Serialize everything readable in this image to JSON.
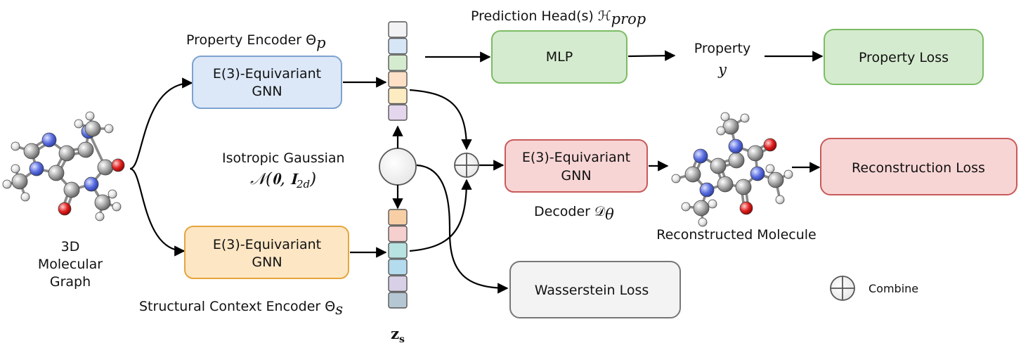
{
  "input": {
    "line1": "3D",
    "line2": "Molecular",
    "line3": "Graph"
  },
  "property_encoder": {
    "title": "Property Encoder Θ",
    "title_sub": "p",
    "box_line1": "E(3)-Equivariant",
    "box_line2": "GNN",
    "color": "#dce8f8",
    "border": "#7da2cf"
  },
  "structural_encoder": {
    "title": "Structural Context Encoder Θ",
    "title_sub": "s",
    "box_line1": "E(3)-Equivariant",
    "box_line2": "GNN",
    "color": "#fde6c4",
    "border": "#e6a53c"
  },
  "gaussian": {
    "line1": "Isotropic Gaussian",
    "line2": "𝒩(𝟎, 𝐈",
    "line2_sub": "2d",
    "line2_end": ")"
  },
  "latent": {
    "label": "z",
    "label_sub": "s",
    "top_colors": [
      "#f2f2f4",
      "#d6e6f7",
      "#d5ebcf",
      "#fde0c7",
      "#fdebc2",
      "#e4d6ec"
    ],
    "bottom_colors": [
      "#f8cfa5",
      "#f6cfcf",
      "#b8e3e0",
      "#b4dbee",
      "#d7d0e6",
      "#b5c7d3"
    ]
  },
  "prediction_head": {
    "title": "Prediction Head(s) ℋ",
    "title_sub": "prop",
    "box": "MLP",
    "color": "#d5ebcf",
    "border": "#7cbc64"
  },
  "property_output": {
    "line1": "Property",
    "line2": "y"
  },
  "property_loss": {
    "box": "Property Loss",
    "color": "#d5ebcf",
    "border": "#7cbc64"
  },
  "decoder": {
    "box_line1": "E(3)-Equivariant",
    "box_line2": "GNN",
    "title": "Decoder 𝒟",
    "title_sub": "θ",
    "color": "#f8d5d5",
    "border": "#c85a5a"
  },
  "reconstructed": {
    "label": "Reconstructed Molecule"
  },
  "reconstruction_loss": {
    "box": "Reconstruction Loss",
    "color": "#f8d5d5",
    "border": "#c85a5a"
  },
  "wasserstein_loss": {
    "box": "Wasserstein Loss",
    "color": "#f3f3f3",
    "border": "#777777"
  },
  "legend": {
    "combine": "Combine"
  }
}
